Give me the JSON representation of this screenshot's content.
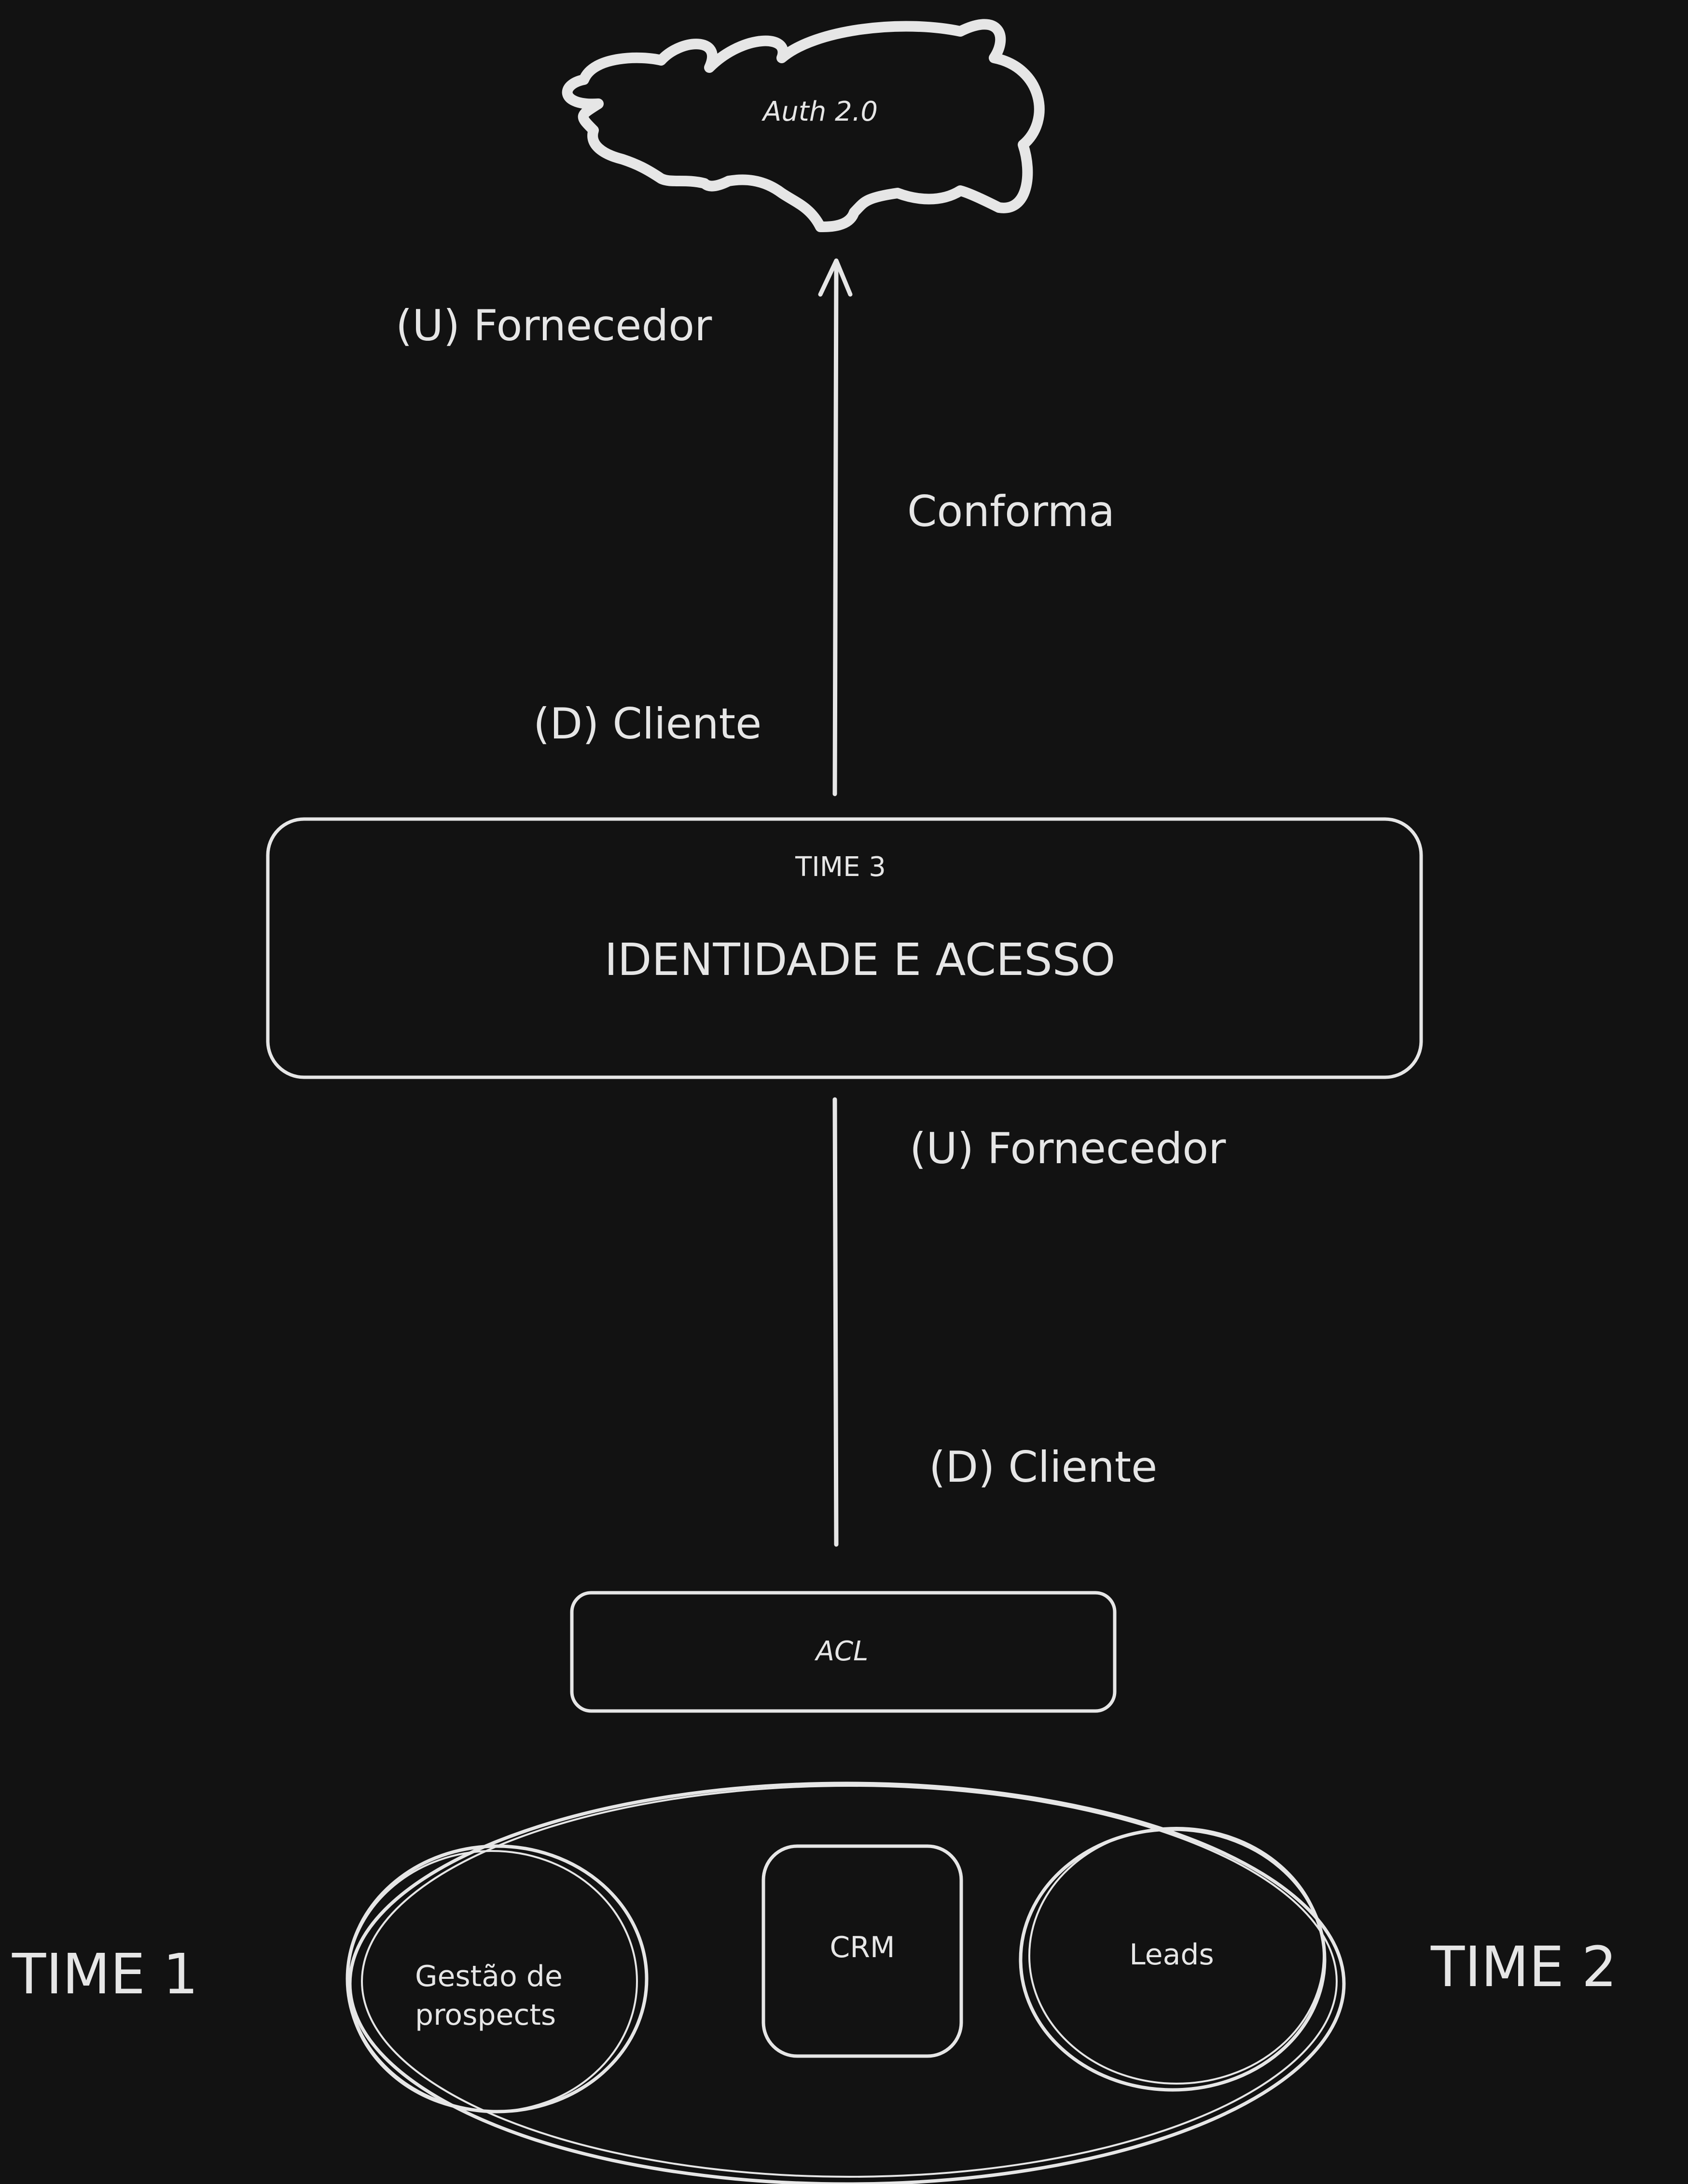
{
  "colors": {
    "background": "#121212",
    "stroke": "#e6e6e6",
    "text": "#e6e6e6"
  },
  "diagram": {
    "cloud": {
      "label": "Auth 2.0"
    },
    "upper_link": {
      "upstream_label": "(U) Fornecedor",
      "relation_label": "Conforma",
      "downstream_label": "(D) Cliente"
    },
    "identity_box": {
      "team": "TIME 3",
      "title": "IDENTIDADE E ACESSO"
    },
    "lower_link": {
      "upstream_label": "(U) Fornecedor",
      "downstream_label": "(D) Cliente"
    },
    "acl_box": {
      "label": "ACL"
    },
    "contexts": {
      "prospects_line1": "Gestão de",
      "prospects_line2": "prospects",
      "crm": "CRM",
      "leads": "Leads"
    },
    "teams": {
      "left": "TIME 1",
      "right": "TIME 2"
    }
  }
}
